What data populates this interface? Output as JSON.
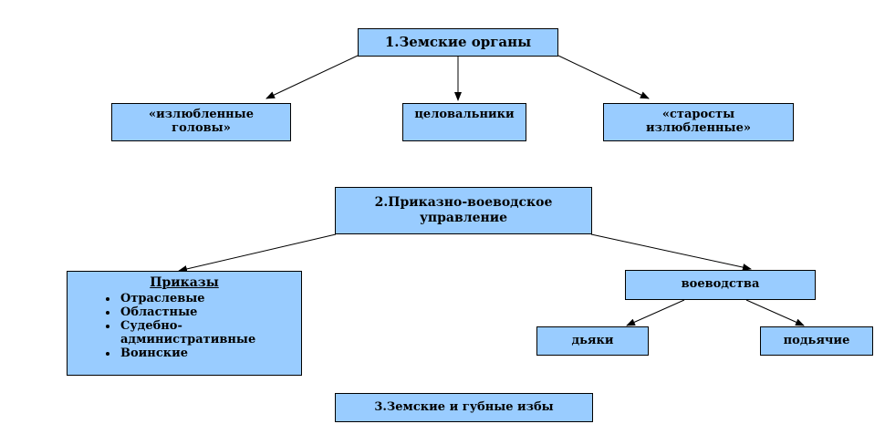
{
  "colors": {
    "box_fill": "#99ccff",
    "border": "#000000",
    "line": "#000000"
  },
  "nodes": {
    "zemskie": {
      "label": "1.Земские органы"
    },
    "golovy": {
      "line1": "«излюбленные",
      "line2": "головы»"
    },
    "celovalniki": {
      "label": "целовальники"
    },
    "starosty": {
      "line1": "«старосты",
      "line2": "излюбленные»"
    },
    "prikazno": {
      "line1": "2.Приказно-воеводское",
      "line2": "управление"
    },
    "prikazy": {
      "title": "Приказы",
      "items": [
        "Отраслевые",
        "Областные",
        "Судебно-административные",
        "Воинские"
      ]
    },
    "voevodstva": {
      "label": "воеводства"
    },
    "dyaki": {
      "label": "дьяки"
    },
    "podyachie": {
      "label": "подьячие"
    },
    "izby": {
      "label": "3.Земские и губные избы"
    }
  }
}
